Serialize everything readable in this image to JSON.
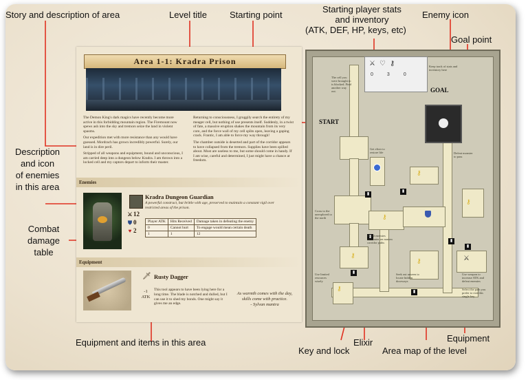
{
  "callouts": {
    "story": "Story and description of area",
    "level_title": "Level title",
    "starting_point": "Starting point",
    "stats_line1": "Starting player stats",
    "stats_line2": "and inventory",
    "stats_line3": "(ATK, DEF, HP, keys, etc)",
    "enemy_icon": "Enemy icon",
    "goal_point": "Goal point",
    "enemies_line1": "Description",
    "enemies_line2": "and icon",
    "enemies_line3": "of enemies",
    "enemies_line4": "in this area",
    "combat_line1": "Combat",
    "combat_line2": "damage",
    "combat_line3": "table",
    "equipment_items": "Equipment and items in this area",
    "key_lock": "Key and lock",
    "elixir": "Elixir",
    "area_map": "Area map of the level",
    "equipment": "Equipment"
  },
  "page": {
    "title": "Area 1-1: Kradra Prison",
    "story_left": [
      "The Demon King's dark magics have recently become more active in this forbidding mountain region. The Firemount now spews ash into the sky and tremors seize the land in violent spasms.",
      "Our expedition met with more resistance than any would have guessed. Mordrach has grown incredibly powerful. Surely, our land is in dire peril.",
      "Stripped of all weapons and equipment, bound and unconscious, I am carried deep into a dungeon below Kradra. I am thrown into a locked cell and my captors depart to inform their master."
    ],
    "story_right": [
      "Returning to consciousness, I groggily search the entirety of my meager cell, but nothing of use presents itself. Suddenly, in a twist of fate, a massive eruption shakes the mountain from its very core, and the force wall of my cell splits open, leaving a gaping crack. Frantic, I am able to force my way through!",
      "The chamber outside is deserted and part of the corridor appears to have collapsed from the tremors. Supplies have been spilled about. Most are useless to me, but some should come in handy. If I am wise, careful and determined, I just might have a chance at freedom."
    ],
    "enemies_header": "Enemies",
    "enemy": {
      "name": "Kradra Dungeon Guardian",
      "description": "A powerful construct, but brittle with age, preserved to maintain a constant vigil over restricted areas of the prison.",
      "atk": "12",
      "def": "0",
      "hp": "2",
      "table_headers": [
        "Player ATK",
        "Hits Received",
        "Damage taken in defeating the enemy"
      ],
      "table_rows": [
        [
          "0",
          "Cannot hurt",
          "To engage would mean certain death"
        ],
        [
          "1",
          "1",
          "12"
        ]
      ]
    },
    "equipment_header": "Equipment",
    "item": {
      "name": "Rusty Dagger",
      "atk": "-1",
      "atk_label": "ATK",
      "description": "This tool appears to have been lying here for a long time. The blade is notched and dulled, but I can use it to shed my bonds. One might say it gives me an edge.",
      "quote": "As warmth comes with the day, skills come with practice.",
      "quote_source": "- Sylvan mantra"
    }
  },
  "map": {
    "start_label": "START",
    "goal_label": "GOAL",
    "inventory_values": [
      "0",
      "3",
      "0"
    ],
    "notes": {
      "cell": "The cell you were brought to is blocked. Find another way out.",
      "stairs": "Keep track of stats and inventory here",
      "elixir": "Get elixir to restore life",
      "defeat": "Defeat monster to pass",
      "cross": "Cross to the unexplored to the north",
      "avoid": "Avoid enemies encounter on narrow corridor paths",
      "tunnel": "Seek out unseen to locate hidden doorways",
      "items": "Use limited resources wisely",
      "equip": "Use weapon to increase ATK and defeat enemies",
      "select": "Select the path you prefer to exit this single key"
    }
  },
  "colors": {
    "background": "#ece2cf",
    "map_corridor": "#efe9c8",
    "callout_line": "#e03020"
  }
}
